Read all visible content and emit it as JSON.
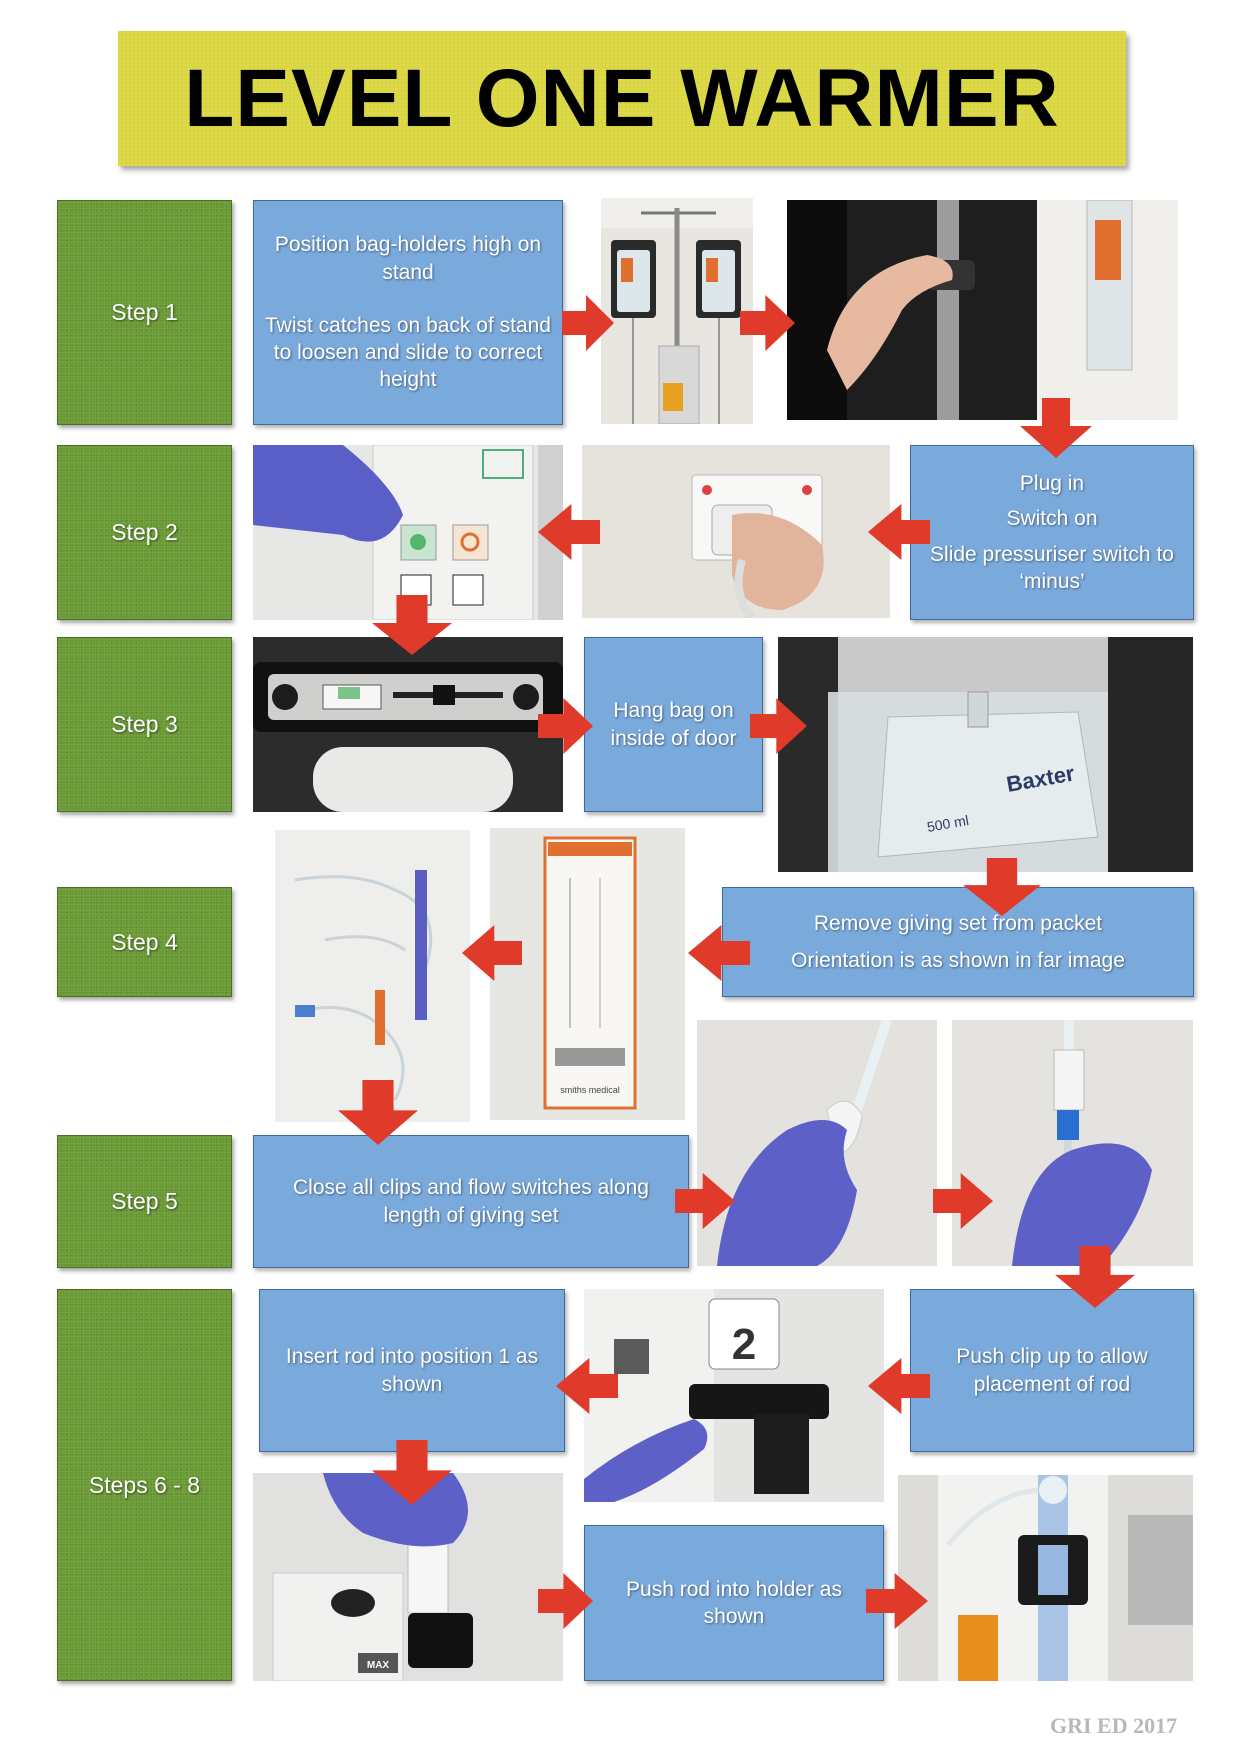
{
  "title": "LEVEL ONE WARMER",
  "steps": {
    "s1": "Step 1",
    "s2": "Step 2",
    "s3": "Step 3",
    "s4": "Step 4",
    "s5": "Step 5",
    "s6": "Steps 6 - 8"
  },
  "boxes": {
    "step1_a": "Position bag-holders high on stand",
    "step1_b": "Twist catches on back of stand to loosen and slide to correct height",
    "step2_1": "Plug in",
    "step2_2": "Switch on",
    "step2_3": "Slide pressuriser switch to ‘minus’",
    "step3": "Hang bag on inside of door",
    "step4_1": "Remove giving set from packet",
    "step4_2": "Orientation is as shown in far image",
    "step5": "Close all clips and flow switches along length of giving set",
    "step6": "Push clip up to allow placement of rod",
    "step7": "Insert rod into position 1 as shown",
    "step8": "Push rod into holder as shown"
  },
  "photo_labels": {
    "bag_brand": "Baxter",
    "bag_volume": "500 ml",
    "packet_brand": "smiths medical",
    "position_2": "2",
    "max": "MAX"
  },
  "footer": "GRI ED 2017",
  "colors": {
    "banner": "#d9d642",
    "step_green": "#6a9a34",
    "box_blue": "#7aa9dc",
    "arrow_red": "#e03a2a"
  }
}
